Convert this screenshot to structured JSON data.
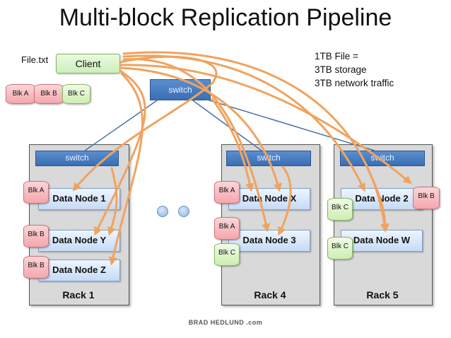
{
  "title": "Multi-block Replication Pipeline",
  "file_label": "File.txt",
  "client_label": "Client",
  "file_blocks": [
    "Blk A",
    "Blk B",
    "Blk C"
  ],
  "info_lines": [
    "1TB File =",
    "3TB storage",
    "3TB network traffic"
  ],
  "core_switch": "switch",
  "racks": {
    "r1": {
      "label": "Rack 1",
      "switch": "switch",
      "nodes": [
        "Data Node 1",
        "Data Node Y",
        "Data Node Z"
      ],
      "blocks": [
        "Blk A",
        "Blk B",
        "Blk B"
      ]
    },
    "r4": {
      "label": "Rack 4",
      "switch": "switch",
      "nodes": [
        "Data Node X",
        "Data Node 3"
      ],
      "blocks": [
        "Blk A",
        "Blk A",
        "Blk C"
      ]
    },
    "r5": {
      "label": "Rack 5",
      "switch": "switch",
      "nodes": [
        "Data Node 2",
        "Data Node W"
      ],
      "blocks": [
        "Blk C",
        "Blk B",
        "Blk C"
      ]
    }
  },
  "credit": "BRAD HEDLUND .com",
  "colors": {
    "arrow": "#f0a35e",
    "switch": "#4a7fc3",
    "link": "#4a6fa8"
  }
}
